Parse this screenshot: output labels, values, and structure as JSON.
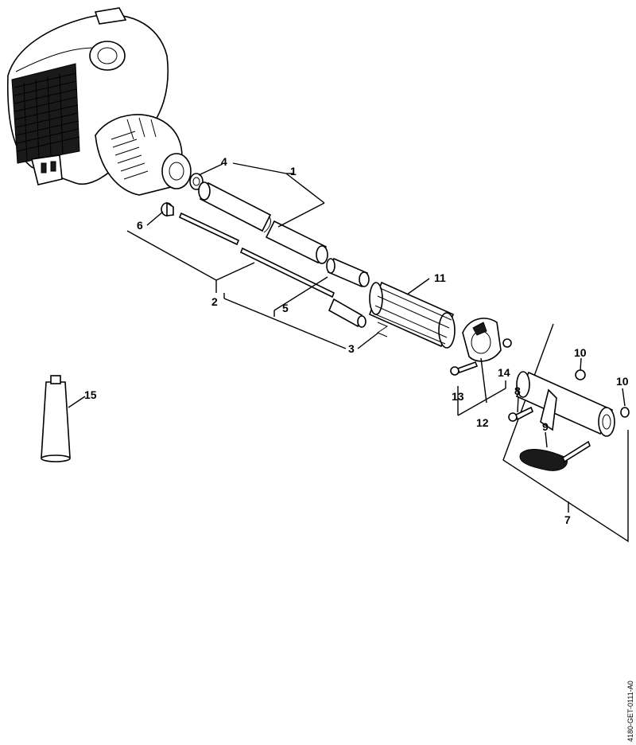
{
  "diagram": {
    "document_code": "4180-GET-0111-A0",
    "callouts": {
      "c1": "1",
      "c2": "2",
      "c3": "3",
      "c4": "4",
      "c5": "5",
      "c6": "6",
      "c7": "7",
      "c8": "8",
      "c9": "9",
      "c10a": "10",
      "c10b": "10",
      "c11": "11",
      "c12": "12",
      "c13": "13",
      "c14": "14",
      "c15": "15"
    }
  }
}
